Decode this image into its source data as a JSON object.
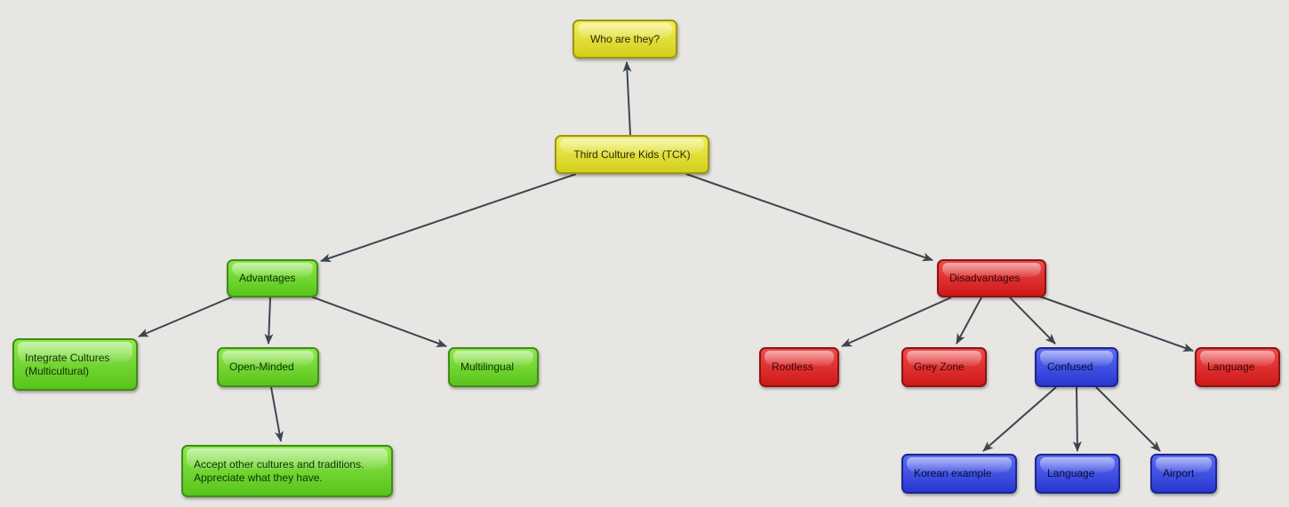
{
  "diagram": {
    "nodes": [
      {
        "id": "who",
        "label": "Who are they?",
        "color": "yellow"
      },
      {
        "id": "tck",
        "label": "Third Culture Kids (TCK)",
        "color": "yellow"
      },
      {
        "id": "adv",
        "label": "Advantages",
        "color": "green"
      },
      {
        "id": "dis",
        "label": "Disadvantages",
        "color": "red"
      },
      {
        "id": "integrate",
        "label": "Integrate Cultures\n(Multicultural)",
        "color": "green"
      },
      {
        "id": "open",
        "label": "Open-Minded",
        "color": "green"
      },
      {
        "id": "multi",
        "label": "Multilingual",
        "color": "green"
      },
      {
        "id": "accept",
        "label": "Accept other cultures and traditions.\nAppreciate what they have.",
        "color": "green"
      },
      {
        "id": "rootless",
        "label": "Rootless",
        "color": "red"
      },
      {
        "id": "grey",
        "label": "Grey Zone",
        "color": "red"
      },
      {
        "id": "confused",
        "label": "Confused",
        "color": "blue"
      },
      {
        "id": "lang1",
        "label": "Language",
        "color": "red"
      },
      {
        "id": "korean",
        "label": "Korean example",
        "color": "blue"
      },
      {
        "id": "lang2",
        "label": "Language",
        "color": "blue"
      },
      {
        "id": "airport",
        "label": "Airport",
        "color": "blue"
      }
    ],
    "edges": [
      {
        "from": "tck",
        "to": "who"
      },
      {
        "from": "tck",
        "to": "adv"
      },
      {
        "from": "tck",
        "to": "dis"
      },
      {
        "from": "adv",
        "to": "integrate"
      },
      {
        "from": "adv",
        "to": "open"
      },
      {
        "from": "adv",
        "to": "multi"
      },
      {
        "from": "open",
        "to": "accept"
      },
      {
        "from": "dis",
        "to": "rootless"
      },
      {
        "from": "dis",
        "to": "grey"
      },
      {
        "from": "dis",
        "to": "confused"
      },
      {
        "from": "dis",
        "to": "lang1"
      },
      {
        "from": "confused",
        "to": "korean"
      },
      {
        "from": "confused",
        "to": "lang2"
      },
      {
        "from": "confused",
        "to": "airport"
      }
    ],
    "colors": {
      "edge": "#3d4650",
      "background": "#e8e6e3"
    }
  }
}
